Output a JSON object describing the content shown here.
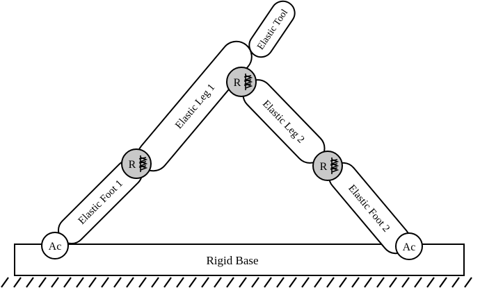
{
  "diagram": {
    "links": {
      "elastic_tool": "Elastic Tool",
      "elastic_leg_1": "Elastic Leg 1",
      "elastic_leg_2": "Elastic Leg 2",
      "elastic_foot_1": "Elastic Foot 1",
      "elastic_foot_2": "Elastic Foot 2"
    },
    "joints": {
      "revolute": "R",
      "actuator": "Ac"
    },
    "base": {
      "label": "Rigid Base"
    },
    "colors": {
      "joint_revolute_fill": "#c8c8c8",
      "joint_actuator_fill": "#ffffff",
      "stroke": "#000000"
    }
  }
}
